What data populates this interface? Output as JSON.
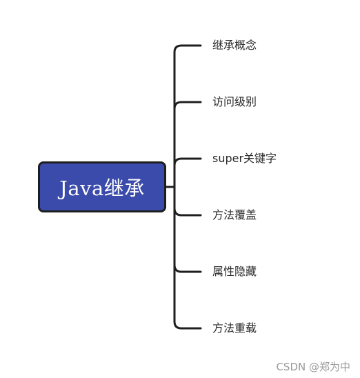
{
  "root": {
    "label": "Java继承",
    "fill": "#3a4bab"
  },
  "branches": [
    {
      "label": "继承概念"
    },
    {
      "label": "访问级别"
    },
    {
      "label": "super关键字"
    },
    {
      "label": "方法覆盖"
    },
    {
      "label": "属性隐藏"
    },
    {
      "label": "方法重载"
    }
  ],
  "watermark": "CSDN @郑为中"
}
